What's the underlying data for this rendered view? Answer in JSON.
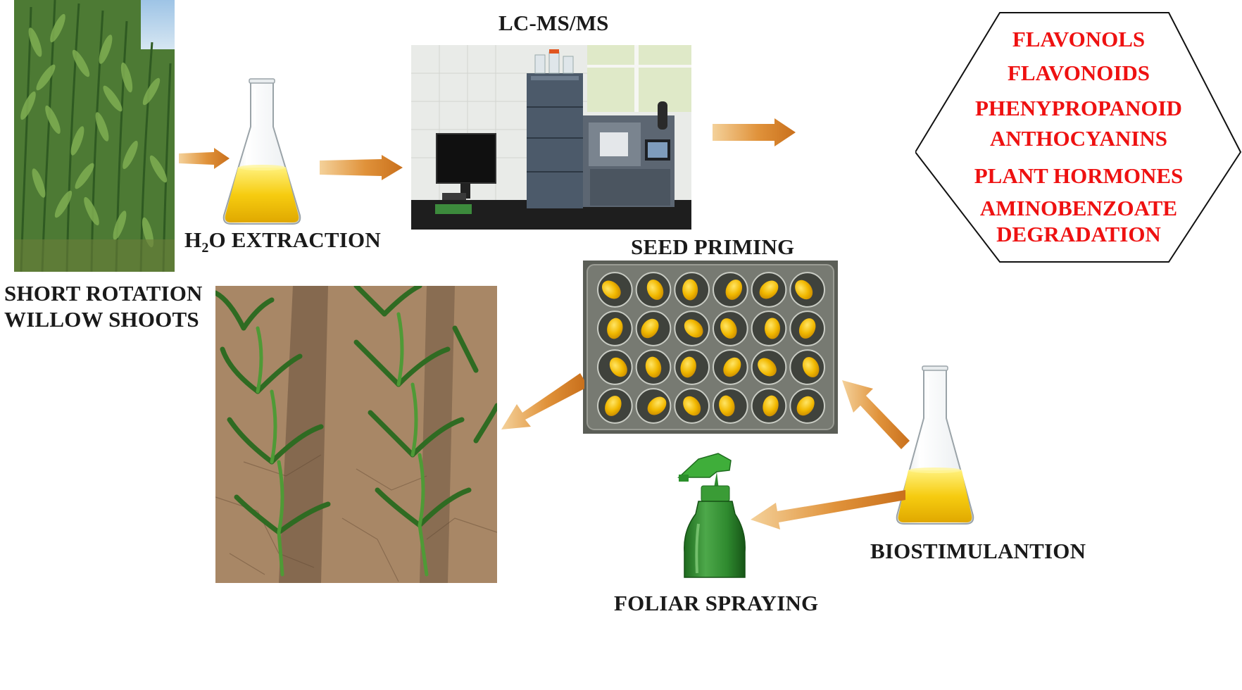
{
  "labels": {
    "willow": [
      "SHORT ROTATION",
      "WILLOW SHOOTS"
    ],
    "extraction_prefix": "H",
    "extraction_sub": "2",
    "extraction_suffix": "O EXTRACTION",
    "lcms": "LC-MS/MS",
    "seed_priming": "SEED PRIMING",
    "biostimulation": "BIOSTIMULANTION",
    "foliar": "FOLIAR SPRAYING"
  },
  "compounds": [
    [
      "FLAVONOLS"
    ],
    [
      "FLAVONOIDS"
    ],
    [
      "PHENYPROPANOID",
      "ANTHOCYANINS"
    ],
    [
      "PLANT HORMONES"
    ],
    [
      "AMINOBENZOATE",
      "DEGRADATION"
    ]
  ],
  "colors": {
    "compound_text": "#ee1111",
    "arrow": "#d98a2e",
    "extract": "#f2c20c",
    "foliage": "#3e7a2a",
    "soil": "#a88766"
  },
  "icons": [
    "willow-photo",
    "flask-icon",
    "lcms-instrument-photo",
    "seed-plate-photo",
    "maize-field-photo",
    "spray-bottle-icon"
  ]
}
